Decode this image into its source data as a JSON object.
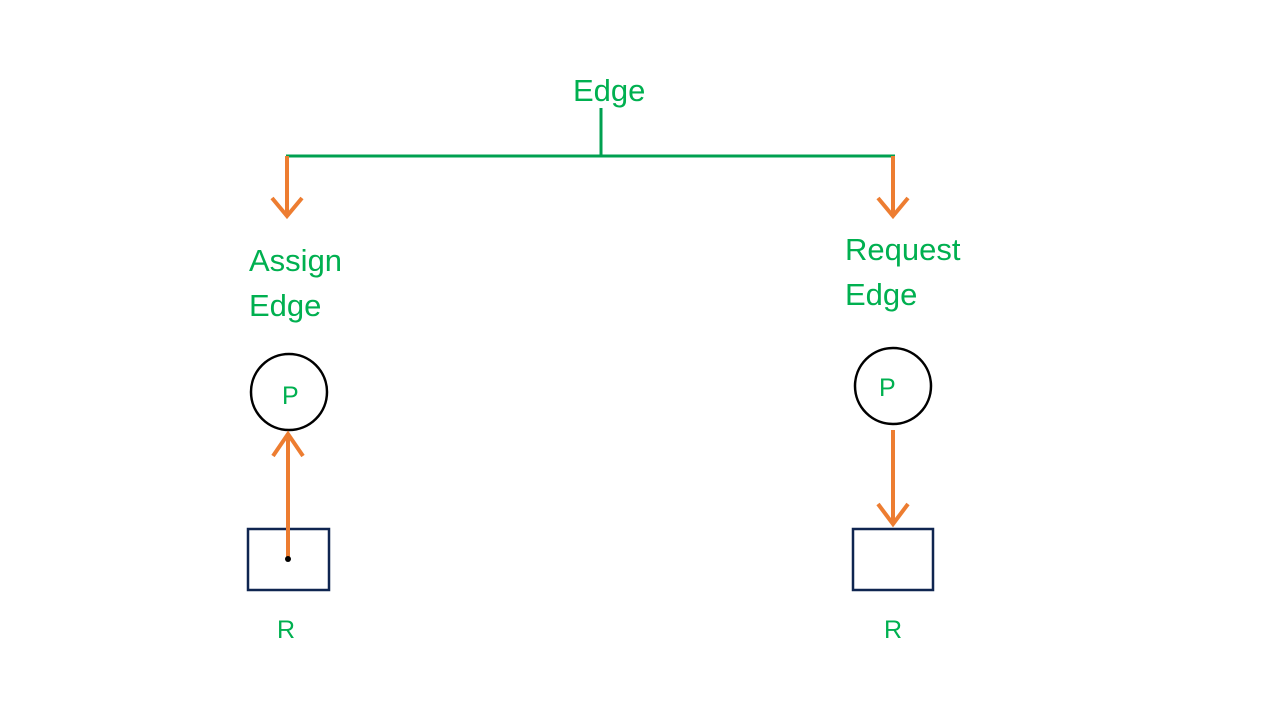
{
  "colors": {
    "text": "#00b050",
    "tree_line": "#00a050",
    "arrow": "#ed7d31",
    "process_circle": "#000000",
    "resource_box": "#0f2550"
  },
  "root": {
    "label": "Edge"
  },
  "left": {
    "title_line1": "Assign",
    "title_line2": "Edge",
    "process_label": "P",
    "resource_label": "R",
    "arrow_direction": "resource-to-process"
  },
  "right": {
    "title_line1": "Request",
    "title_line2": "Edge",
    "process_label": "P",
    "resource_label": "R",
    "arrow_direction": "process-to-resource"
  }
}
